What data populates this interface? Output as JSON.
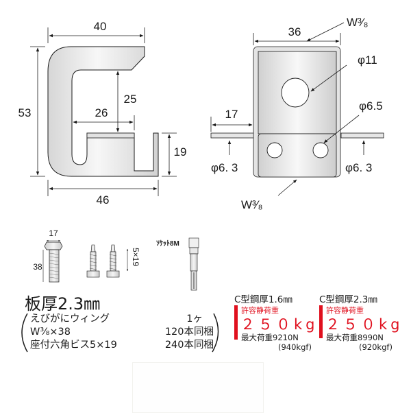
{
  "left_view": {
    "dims": {
      "top_width": "40",
      "height": "53",
      "inner_depth": "25",
      "inner_width": "26",
      "lip_height": "19",
      "bottom_width": "46"
    }
  },
  "right_view": {
    "dims": {
      "width": "36",
      "side": "17",
      "thread_top": "W³⁄₈",
      "thread_bottom": "W³⁄₈",
      "hole_large": "φ11",
      "hole_small": "φ6.5",
      "hole_left": "φ6. 3",
      "hole_right": "φ6. 3"
    }
  },
  "parts": {
    "bolt": {
      "head_width": "17",
      "length": "38"
    },
    "screws": {
      "size": "5×19"
    },
    "socket": {
      "label": "ｿｹｯﾄ8M"
    }
  },
  "spec": {
    "thickness": "板厚2.3㎜"
  },
  "contents": {
    "items": [
      {
        "name": "えびがにウィング",
        "qty": "1ヶ"
      },
      {
        "name": "W³⁄₈×38",
        "qty": "120本同梱"
      },
      {
        "name": "座付六角ビス5×19",
        "qty": "240本同梱"
      }
    ]
  },
  "loads": [
    {
      "heading": "C型鋼厚1.6㎜",
      "allow_label": "許容静荷重",
      "allow_value": "２５０kg",
      "max_label": "最大荷重9210N",
      "max_kgf": "(940kgf)"
    },
    {
      "heading": "C型鋼厚2.3㎜",
      "allow_label": "許容静荷重",
      "allow_value": "２５０kg",
      "max_label": "最大荷重8990N",
      "max_kgf": "(920kgf)"
    }
  ],
  "colors": {
    "accent_red": "#e0101e",
    "line": "#1a1a1a",
    "metal_light": "#f4f4f4",
    "metal_dark": "#cfcfcf"
  }
}
